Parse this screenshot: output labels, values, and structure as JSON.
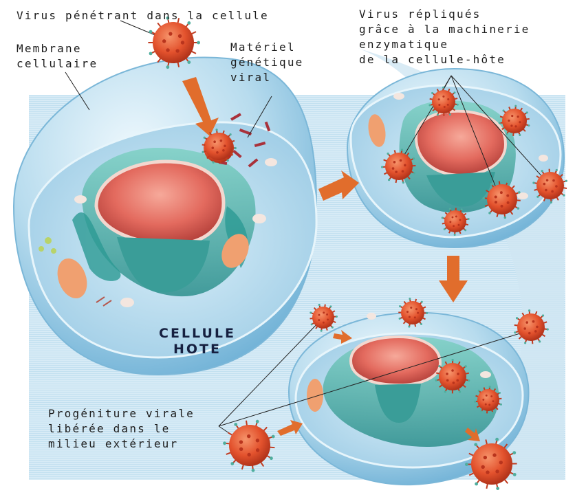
{
  "labels": {
    "virus_entering": "Virus pénétrant dans la cellule",
    "membrane": [
      "Membrane",
      "cellulaire"
    ],
    "genetic_material": [
      "Matériel",
      "génétique",
      "viral"
    ],
    "replicated": [
      "Virus répliqués",
      "grâce à la machinerie",
      "enzymatique",
      "de la cellule-hôte"
    ],
    "host_cell": [
      "CELLULE",
      "HOTE"
    ],
    "progeny": [
      "Progéniture virale",
      "libérée dans le",
      "milieu extérieur"
    ]
  },
  "colors": {
    "cell_blue": "#a9d4ea",
    "cytoplasm": "#c9e6f3",
    "nucleus_red": "#e36a5e",
    "er_green": "#3fa6a0",
    "virus_orange": "#e3522d",
    "arrow_orange": "#e16d2c",
    "label_text": "#1c1c1c"
  }
}
